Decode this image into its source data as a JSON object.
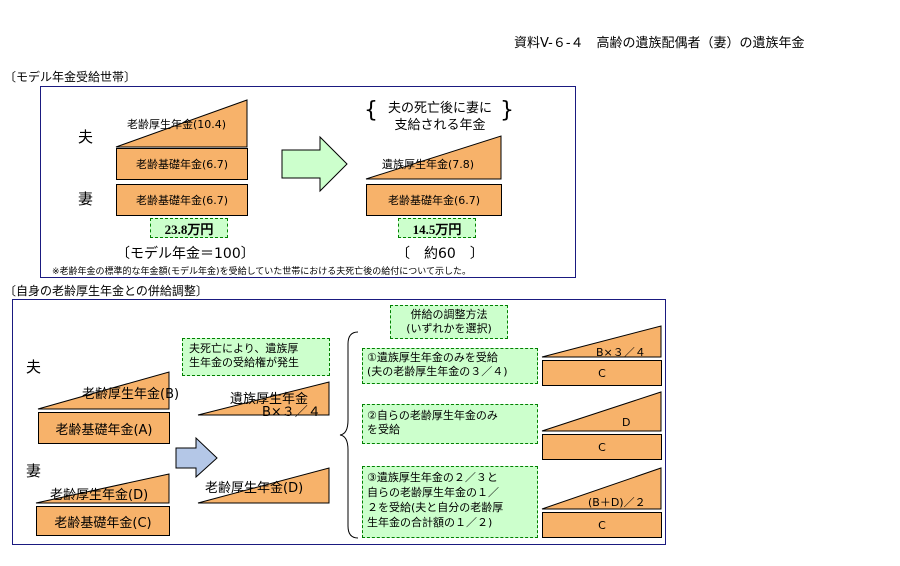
{
  "page_title": "資料V-６-４　高齢の遺族配偶者（妻）の遺族年金",
  "section1": {
    "header": "〔モデル年金受給世帯〕",
    "husband_label": "夫",
    "wife_label": "妻",
    "husband_kosei": "老齢厚生年金(10.4)",
    "husband_kiso": "老齢基礎年金(6.7)",
    "wife_kiso": "老齢基礎年金(6.7)",
    "total_before": "23.8万円",
    "model_ratio": "〔モデル年金＝100〕",
    "after_header_line1": "夫の死亡後に妻に",
    "after_header_line2": "支給される年金",
    "after_izoku": "遺族厚生年金(7.8)",
    "after_kiso": "老齢基礎年金(6.7)",
    "total_after": "14.5万円",
    "after_ratio": "〔　約60　〕",
    "footnote": "※老齢年金の標準的な年金額(モデル年金)を受給していた世帯における夫死亡後の給付について示した。"
  },
  "section2": {
    "header": "〔自身の老齢厚生年金との併給調整〕",
    "husband_label": "夫",
    "wife_label": "妻",
    "h_kosei": "老齢厚生年金(B)",
    "h_kiso": "老齢基礎年金(A)",
    "w_kosei": "老齢厚生年金(D)",
    "w_kiso": "老齢基礎年金(C)",
    "note_line1": "夫死亡により、遺族厚",
    "note_line2": "生年金の受給権が発生",
    "mid_izoku": "遺族厚生年金",
    "mid_izoku_sub": "B×３／４",
    "mid_kosei": "老齢厚生年金(D)",
    "method_line1": "併給の調整方法",
    "method_line2": "(いずれかを選択)",
    "opt1_line1": "①遺族厚生年金のみを受給",
    "opt1_line2": "(夫の老齢厚生年金の３／４)",
    "opt2_line1": "②自らの老齢厚生年金のみ",
    "opt2_line2": "を受給",
    "opt3_line1": "③遺族厚生年金の２／３と",
    "opt3_line2": "自らの老齢厚生年金の１／",
    "opt3_line3": "２を受給(夫と自分の老齢厚",
    "opt3_line4": "生年金の合計額の１／２)",
    "r1_tri": "B×３／４",
    "r1_rect": "C",
    "r2_tri": "D",
    "r2_rect": "C",
    "r3_tri": "(B＋D)／２",
    "r3_rect": "C"
  },
  "colors": {
    "orange": "#f7b26a",
    "green_fill": "#ccffcc",
    "green_border": "#008000",
    "frame": "#1a1a80",
    "arrow_green": "#ccffcc",
    "arrow_blue": "#b4c7e7"
  }
}
